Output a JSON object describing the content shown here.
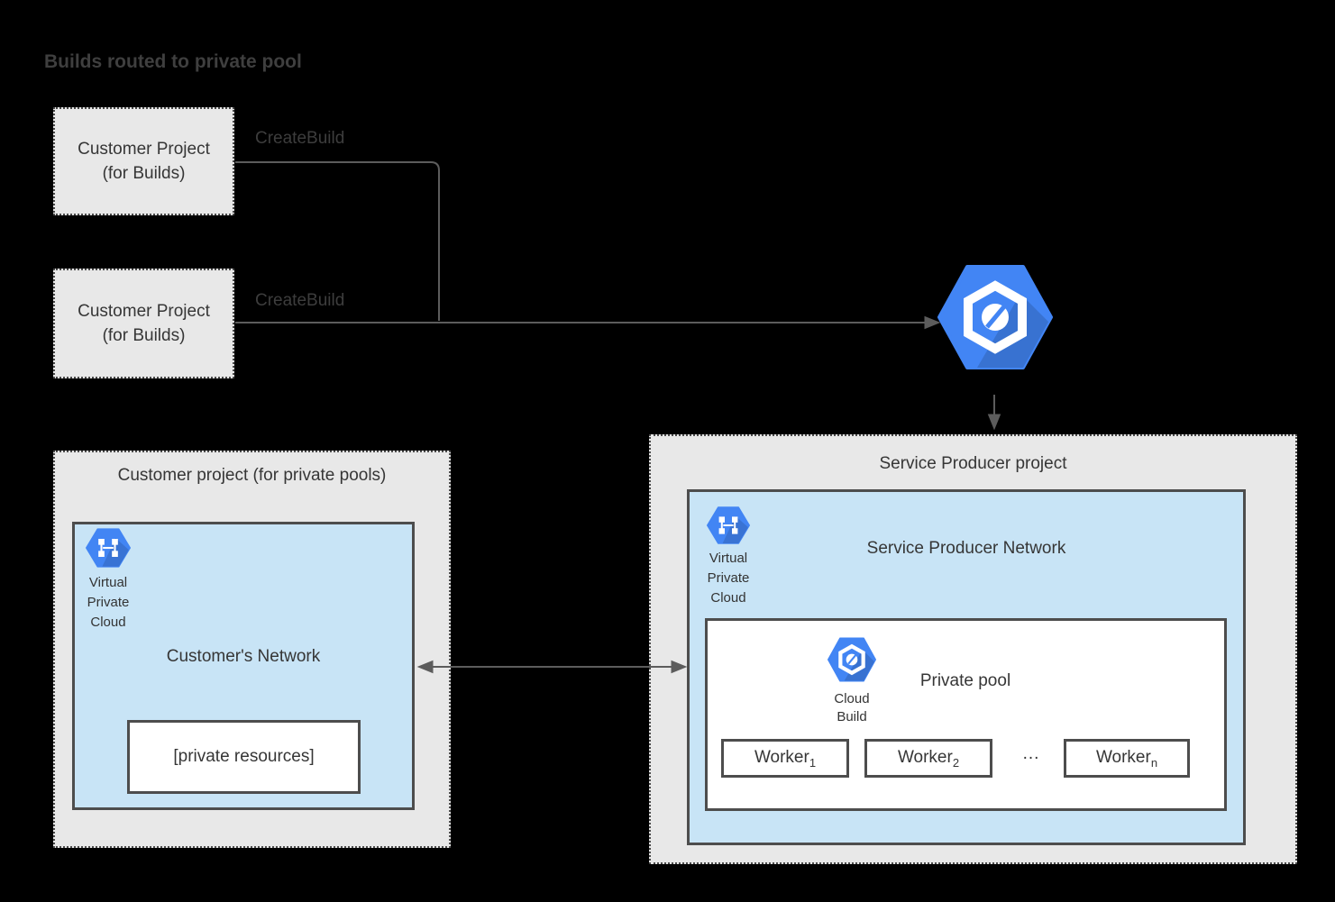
{
  "title": "Builds routed to private pool",
  "colors": {
    "icon_blue": "#4285f4",
    "network_fill": "#c8e4f6",
    "project_fill": "#e8e8e8",
    "border_dark": "#4d4d4d",
    "line_gray": "#5c5c5c",
    "text_dark": "#363636",
    "label_gray": "#3d3d3d"
  },
  "build_projects": [
    {
      "line1": "Customer Project",
      "line2": "(for Builds)",
      "arrow_label": "CreateBuild"
    },
    {
      "line1": "Customer Project",
      "line2": "(for Builds)",
      "arrow_label": "CreateBuild"
    }
  ],
  "customer_pool_project": {
    "title": "Customer project (for private pools)",
    "network_label": "Customer's Network",
    "vpc_label": {
      "l1": "Virtual",
      "l2": "Private",
      "l3": "Cloud"
    },
    "resources_label": "[private resources]"
  },
  "service_producer_project": {
    "title": "Service Producer project",
    "network_label": "Service Producer Network",
    "vpc_label": {
      "l1": "Virtual",
      "l2": "Private",
      "l3": "Cloud"
    },
    "pool": {
      "label": "Private pool",
      "icon_label": {
        "l1": "Cloud",
        "l2": "Build"
      },
      "ellipsis": "...",
      "workers": [
        {
          "name": "Worker",
          "sub": "1"
        },
        {
          "name": "Worker",
          "sub": "2"
        },
        {
          "name": "Worker",
          "sub": "n"
        }
      ]
    }
  }
}
